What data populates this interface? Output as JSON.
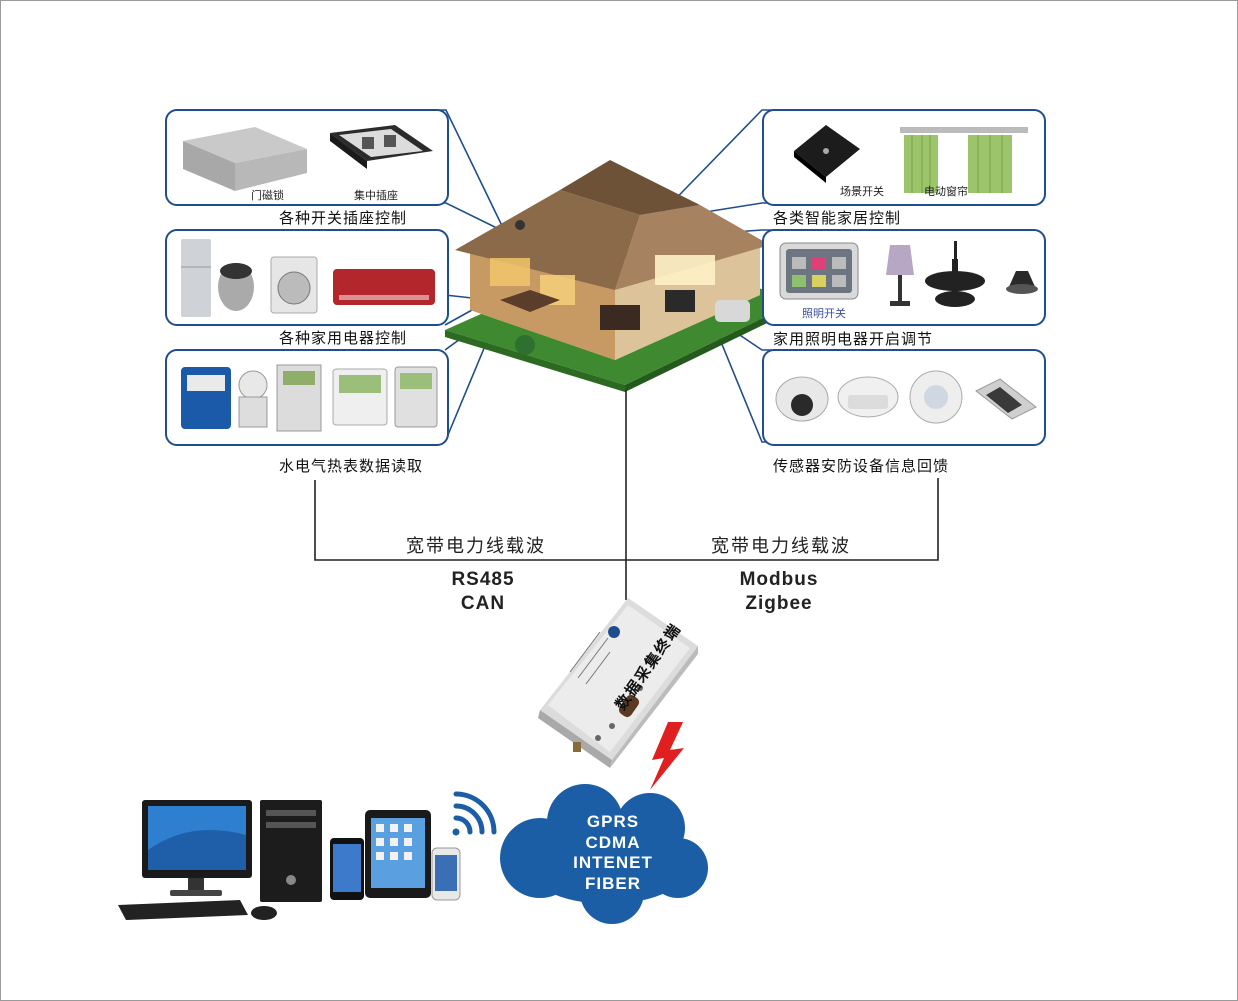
{
  "boxes": {
    "switch_socket": {
      "caption": "各种开关插座控制",
      "items": [
        "门磁锁",
        "集中插座"
      ]
    },
    "appliance": {
      "caption": "各种家用电器控制"
    },
    "meter": {
      "caption": "水电气热表数据读取"
    },
    "smart_home": {
      "caption": "各类智能家居控制",
      "items": [
        "场景开关",
        "电动窗帘"
      ]
    },
    "lighting": {
      "caption": "家用照明电器开启调节",
      "items": [
        "照明开关"
      ]
    },
    "sensor": {
      "caption": "传感器安防设备信息回馈"
    }
  },
  "links": {
    "left_carrier": "宽带电力线载波",
    "right_carrier": "宽带电力线载波",
    "left_protocols": [
      "RS485",
      "CAN"
    ],
    "right_protocols": [
      "Modbus",
      "Zigbee"
    ]
  },
  "terminal": {
    "label": "数据采集终端"
  },
  "cloud": {
    "lines": [
      "GPRS",
      "CDMA",
      "INTENET",
      "FIBER"
    ]
  },
  "colors": {
    "box_border": "#1f4e8c",
    "cloud": "#1b5ea6",
    "lightning": "#e02020",
    "wifi": "#1b5ea6"
  }
}
